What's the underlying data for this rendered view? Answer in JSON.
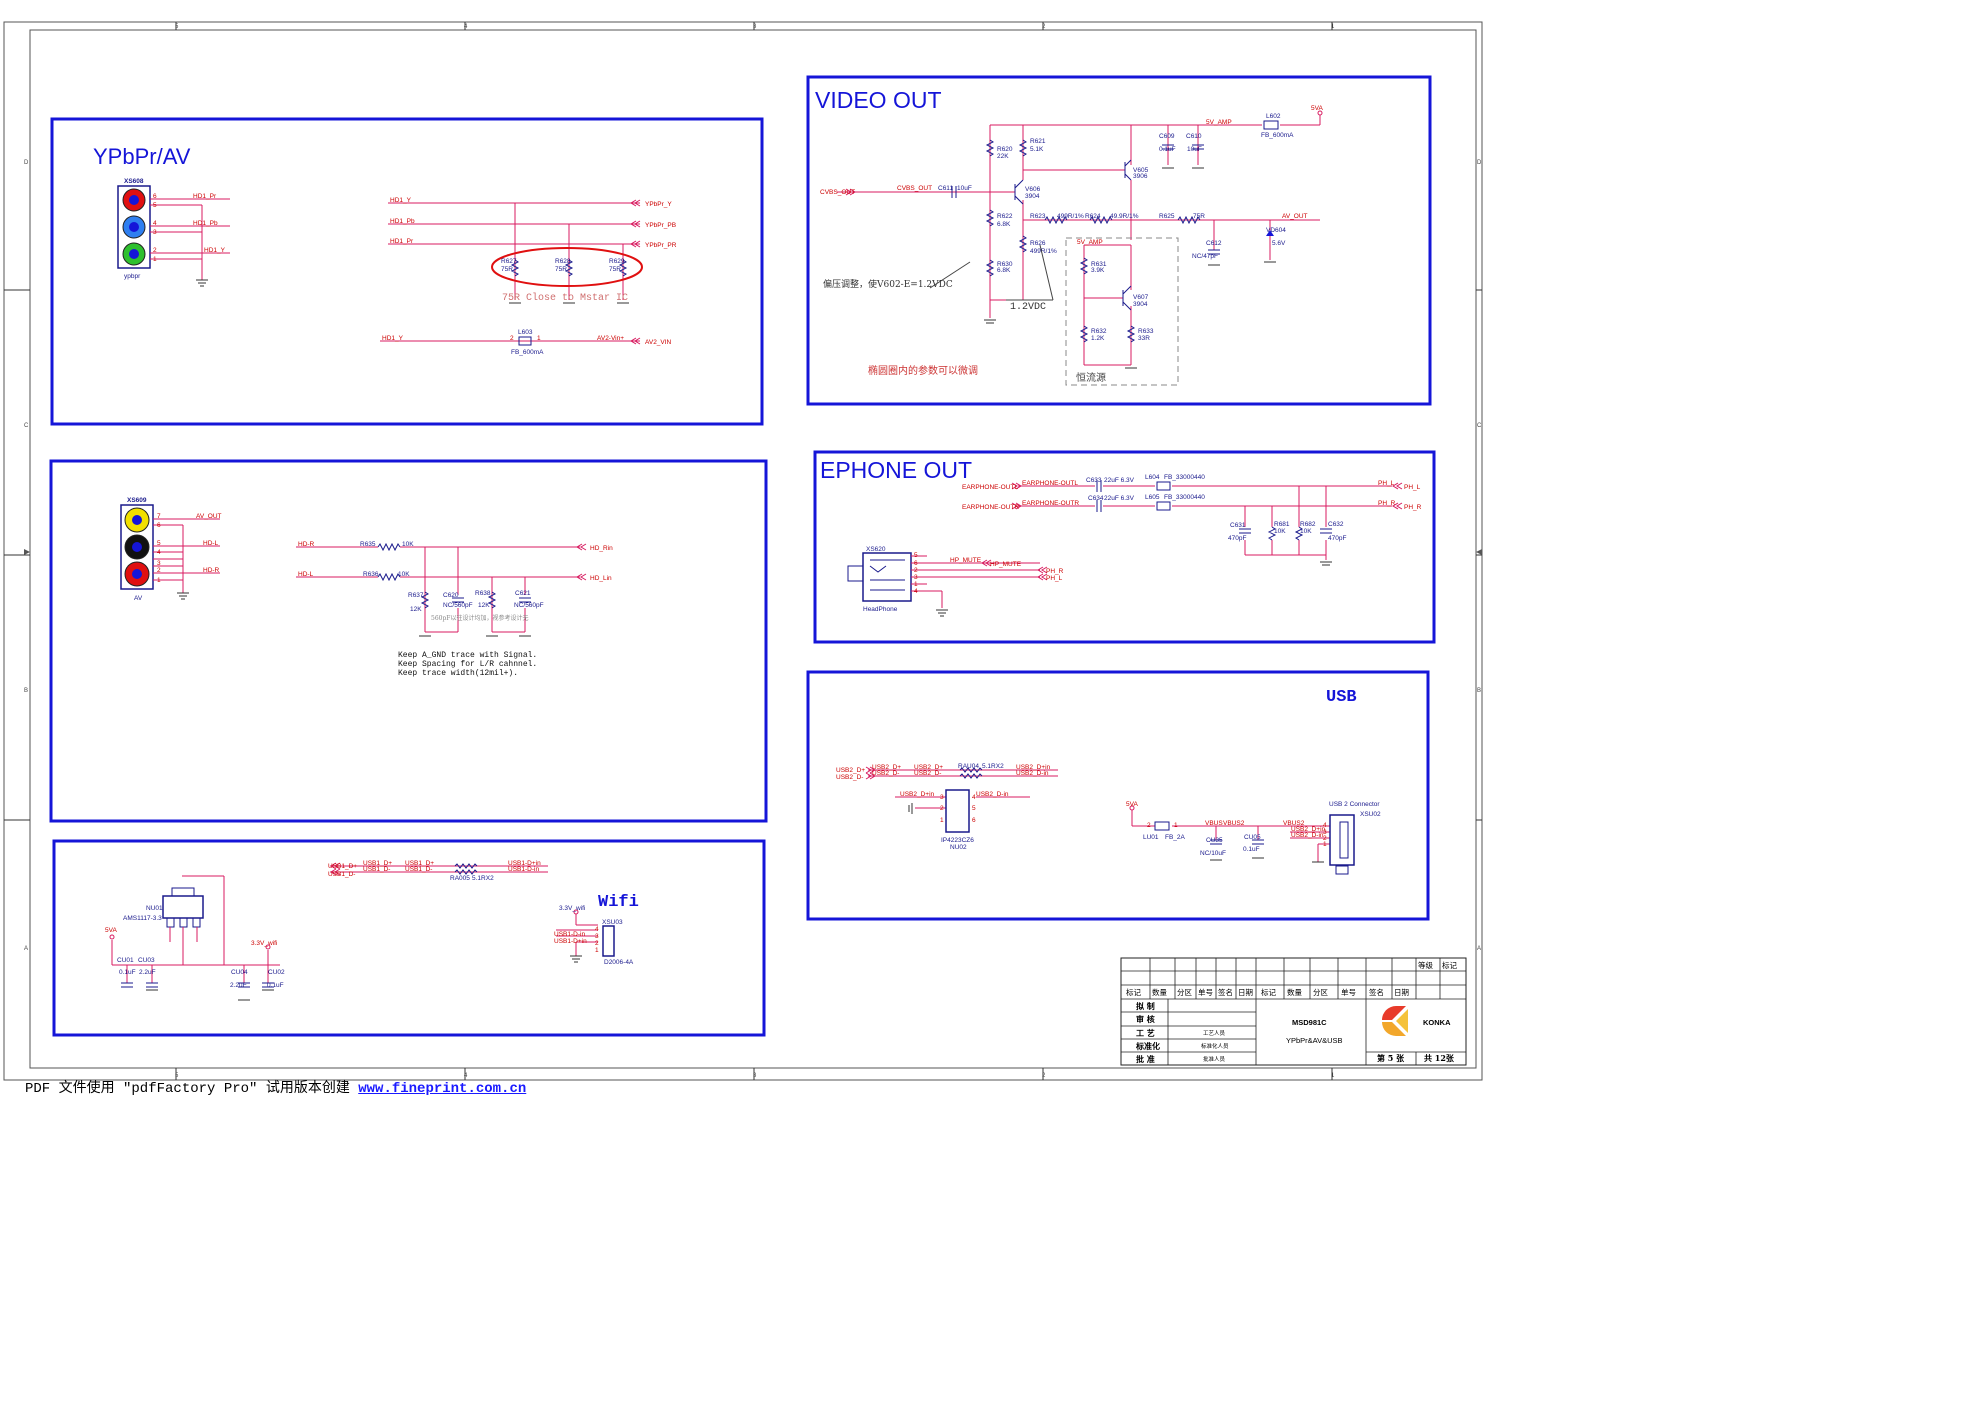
{
  "ruler": {
    "top": [
      "5",
      "4",
      "3",
      "2",
      "1"
    ],
    "bottom": [
      "5",
      "4",
      "3",
      "2",
      "1"
    ],
    "left": [
      "D",
      "C",
      "B",
      "A"
    ],
    "right": [
      "D",
      "C",
      "B",
      "A"
    ]
  },
  "colors": {
    "frame": "#1515d8",
    "wire": "#d81b60",
    "netlabel": "#cc0000",
    "part": "#1a1a8c",
    "note": "#cc3333"
  },
  "sections": {
    "ypbpr": {
      "title": "YPbPr/AV",
      "connector": "XS608",
      "connector_label": "ypbpr",
      "pins": [
        "6",
        "5",
        "4",
        "3",
        "2",
        "1"
      ],
      "nets": [
        "HD1_Pr",
        "HD1_Pb",
        "HD1_Y"
      ],
      "bus_in": [
        "HD1_Y",
        "HD1_Pb",
        "HD1_Pr"
      ],
      "bus_out": [
        "YPbPr_Y",
        "YPbPr_PB",
        "YPbPr_PR"
      ],
      "resistors": [
        {
          "ref": "R627",
          "val": "75R"
        },
        {
          "ref": "R628",
          "val": "75R"
        },
        {
          "ref": "R629",
          "val": "75R"
        }
      ],
      "note": "75R Close to Mstar IC",
      "ferrite": {
        "ref": "L603",
        "val": "FB_600mA",
        "pin2": "2",
        "pin1": "1",
        "in": "HD1_Y",
        "out": "AV2-Vin+",
        "port": "AV2_VIN"
      }
    },
    "av": {
      "connector": "XS609",
      "connector_label": "AV",
      "pins": [
        "7",
        "6",
        "5",
        "4",
        "3",
        "2",
        "1"
      ],
      "nets": [
        "AV_OUT",
        "HD-L",
        "HD-R"
      ],
      "r_in": [
        {
          "net": "HD-R",
          "ref": "R635",
          "val": "10K",
          "port": "HD_Rin"
        },
        {
          "net": "HD-L",
          "ref": "R636",
          "val": "10K",
          "port": "HD_Lin"
        }
      ],
      "shunt": [
        {
          "ref": "R637",
          "val": "12K"
        },
        {
          "ref": "C620",
          "val": "NC/560pF"
        },
        {
          "ref": "R638",
          "val": "12K"
        },
        {
          "ref": "C621",
          "val": "NC/560pF"
        }
      ],
      "hint": "560pF以往设计均加，视参考设计无",
      "notes": [
        "Keep A_GND trace with Signal.",
        "Keep Spacing for L/R cahnnel.",
        "Keep trace width(12mil+)."
      ]
    },
    "wifi": {
      "title": "Wifi",
      "regulator_ref": "NU01",
      "regulator_part": "AMS1117-3.3",
      "in_rail": "5VA",
      "out_rail": "3.3V_wifi",
      "caps": [
        {
          "ref": "CU01",
          "val": "0.1uF"
        },
        {
          "ref": "CU03",
          "val": "2.2uF"
        },
        {
          "ref": "CU04",
          "val": "2.2uF"
        },
        {
          "ref": "CU02",
          "val": "0.1uF"
        }
      ],
      "usb_in": [
        "USB1_D+",
        "USB1_D-"
      ],
      "usb_mid": [
        "USB1_D+",
        "USB1_D-"
      ],
      "rarray": {
        "ref": "RA005",
        "val": "5.1RX2"
      },
      "usb_out": [
        "USB1-D+in",
        "USB1-D-in"
      ],
      "conn_rail": "3.3V_wifi",
      "conn_ref": "XSU03",
      "conn_part": "D2006-4A",
      "conn_pins": [
        "4",
        "3",
        "2",
        "1"
      ],
      "conn_nets": [
        "USB1-D-in",
        "USB1-D+in"
      ]
    },
    "video": {
      "title": "VIDEO OUT",
      "rail_amp": "5V_AMP",
      "rail": "5VA",
      "parts": {
        "R620": [
          "R620",
          "22K"
        ],
        "R621": [
          "R621",
          "5.1K"
        ],
        "R622": [
          "R622",
          "6.8K"
        ],
        "R630": [
          "R630",
          "6.8K"
        ],
        "R626": [
          "R626",
          "499R/1%"
        ],
        "R623": [
          "R623",
          "499R/1%"
        ],
        "R624": [
          "R624",
          "49.9R/1%"
        ],
        "R625": [
          "R625",
          "75R"
        ],
        "R631": [
          "R631",
          "3.9K"
        ],
        "R632": [
          "R632",
          "1.2K"
        ],
        "R633": [
          "R633",
          "33R"
        ],
        "C609": [
          "C609",
          "0.1uF"
        ],
        "C610": [
          "C610",
          "10uF"
        ],
        "C611": [
          "C611",
          "10uF"
        ],
        "C612": [
          "C612",
          "NC/47pF"
        ],
        "L602": [
          "L602",
          "FB_600mA"
        ],
        "V605": [
          "V605",
          "3906"
        ],
        "V606": [
          "V606",
          "3904"
        ],
        "V607": [
          "V607",
          "3904"
        ],
        "VD604": [
          "VD604",
          "5.6V"
        ]
      },
      "in_port": "CVBS_OUT",
      "in_net": "CVBS_OUT",
      "out_net": "AV_OUT",
      "sub_rail": "5V_AMP",
      "bias_note": "偏压调整，使V602-E=1.2VDC",
      "vdc": "1.2VDC",
      "ellipse_note": "椭圆圈内的参数可以微调",
      "cs_label": "恒流源"
    },
    "ephone": {
      "title": "EPHONE OUT",
      "lines": [
        {
          "port": "EARPHONE-OUTL",
          "net": "EARPHONE-OUTL",
          "cap": "C633",
          "cval": "22uF 6.3V",
          "fb": "L604",
          "fval": "FB_33000440",
          "out": "PH_L",
          "port_out": "PH_L"
        },
        {
          "port": "EARPHONE-OUTR",
          "net": "EARPHONE-OUTR",
          "cap": "C634",
          "cval": "22uF 6.3V",
          "fb": "L605",
          "fval": "FB_33000440",
          "out": "PH_R",
          "port_out": "PH_R"
        }
      ],
      "shunt": [
        {
          "ref": "C631",
          "val": "470pF"
        },
        {
          "ref": "R681",
          "val": "10K"
        },
        {
          "ref": "R682",
          "val": "10K"
        },
        {
          "ref": "C632",
          "val": "470pF"
        }
      ],
      "jack_ref": "XS620",
      "jack_label": "HeadPhone",
      "jack_pins": [
        "5",
        "6",
        "2",
        "3",
        "1",
        "4"
      ],
      "mute_net": "HP_MUTE",
      "mute_port": "HP_MUTE",
      "ports_r": [
        "PH_R",
        "PH_L"
      ]
    },
    "usb": {
      "title": "USB",
      "ports": [
        "USB2_D+",
        "USB2_D-"
      ],
      "nets_mid": [
        "USB2_D+",
        "USB2_D-"
      ],
      "rarray": {
        "ref": "RAU04",
        "val": "5.1RX2"
      },
      "nets_out": [
        "USB2_D+in",
        "USB2_D-in"
      ],
      "esd": {
        "ref": "IP4223CZ6",
        "name": "NU02",
        "net": "USB2_D+in",
        "pins_l": [
          "3",
          "2",
          "1"
        ],
        "pins_r": [
          "4",
          "5",
          "6"
        ]
      },
      "rail": "5VA",
      "fb": {
        "ref": "LU01",
        "val": "FB_2A",
        "p2": "2",
        "p1": "1"
      },
      "vbus": [
        "VBUS",
        "VBUS2",
        "VBUS2"
      ],
      "caps": [
        {
          "ref": "CU35",
          "val": "NC/10uF"
        },
        {
          "ref": "CU05",
          "val": "0.1uF"
        }
      ],
      "conn_title": "USB 2 Connector",
      "conn_ref": "XSU02",
      "conn_pins": [
        "4",
        "3",
        "2",
        "1"
      ],
      "conn_nets": [
        "USB2_D+in",
        "USB2_D-in"
      ]
    }
  },
  "titleblock": {
    "header": [
      "标记",
      "数量",
      "分区",
      "单号",
      "签名",
      "日期",
      "标记",
      "数量",
      "分区",
      "单号",
      "签名",
      "日期"
    ],
    "top_right": [
      "等级",
      "标记"
    ],
    "rows": [
      "拟 制",
      "审 核",
      "工 艺",
      "标准化",
      "批 准"
    ],
    "persons": [
      "工艺人员",
      "标准化人员",
      "批准人员"
    ],
    "model": "MSD981C",
    "sheet_title": "YPbPr&AV&USB",
    "company": "KONKA",
    "sheet_no": "第 5 张",
    "sheet_total": "共 12张"
  },
  "footer": {
    "text": "PDF 文件使用 \"pdfFactory Pro\" 试用版本创建 ",
    "link": "www.fineprint.com.cn"
  }
}
